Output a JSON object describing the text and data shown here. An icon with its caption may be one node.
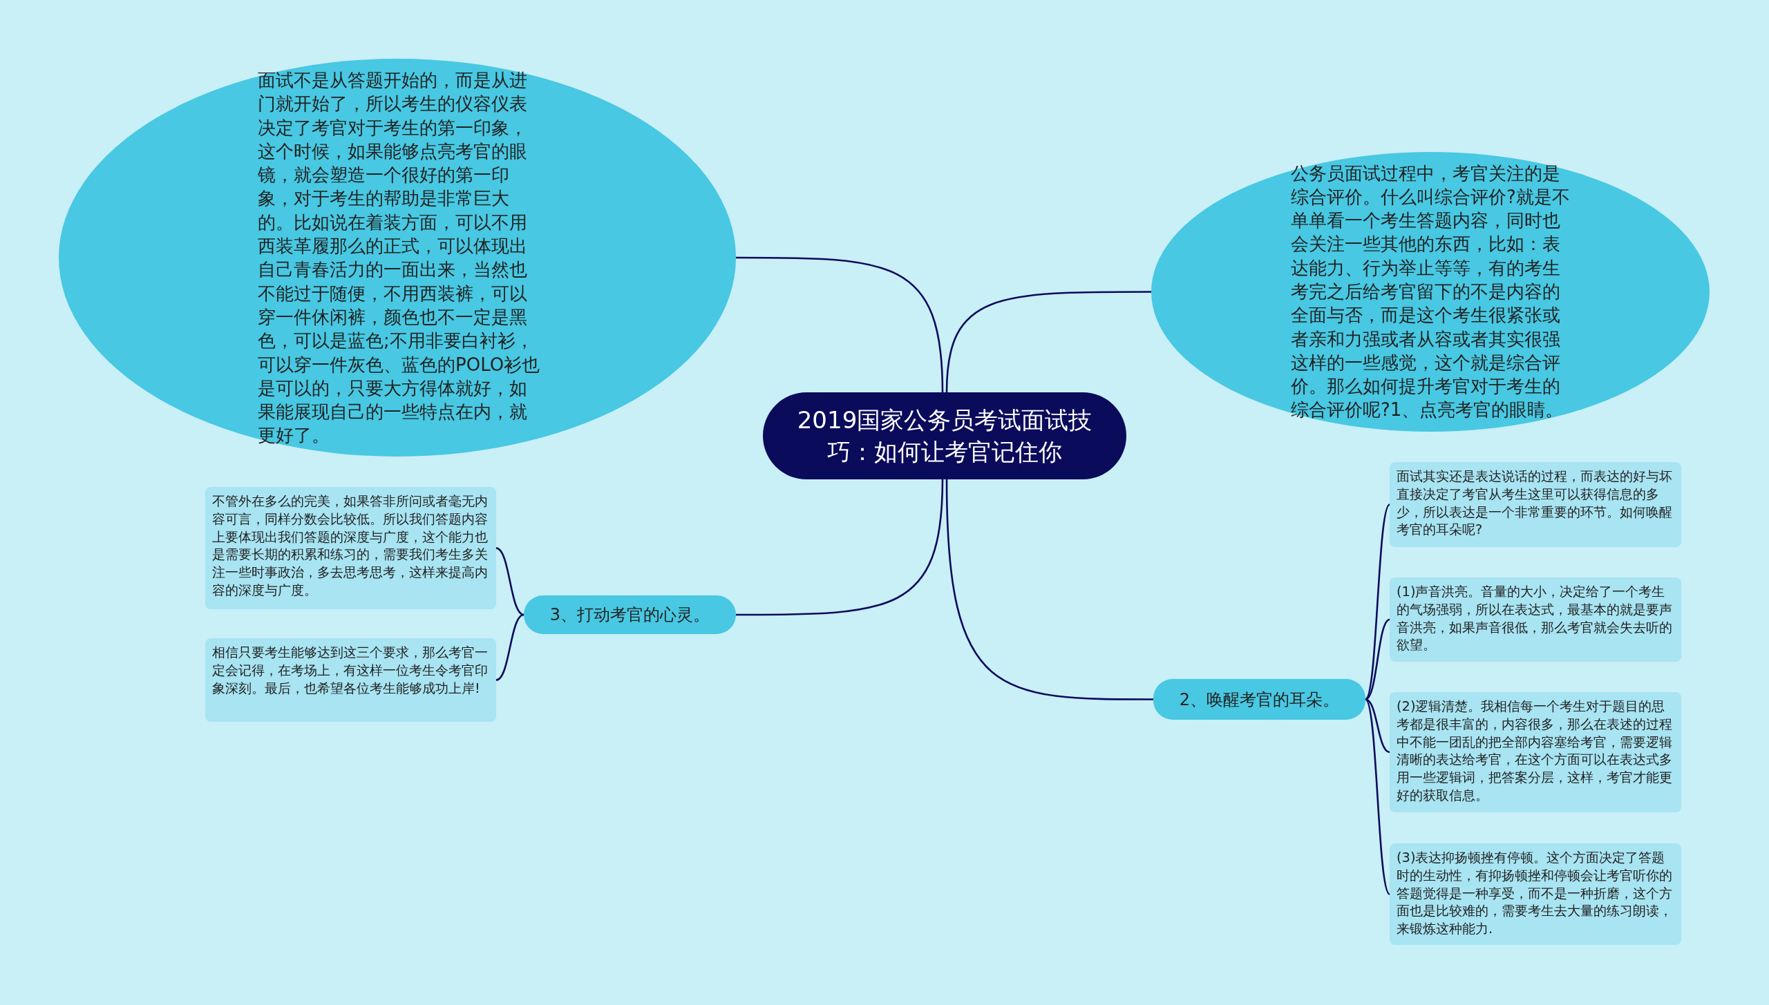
{
  "diagram": {
    "nodes": [
      {
        "text": [
          "2019国家公务员考试面试技巧：如何让考官记住你"
        ]
      },
      {
        "text": [
          "面试不是从答题开始的，而是从进门就开始了，所以考生的仪容仪表决定了考官对于考生的第一印象，这个时候，如果能够点亮考官的眼镜，就会塑造一个很好的第一印象，对于考生的帮助是非常巨大的。比如说在着装方面，可以不用西装革履那么的正式，可以体现出自己青春活力的一面出来，当然也不能过于随便，不用西装裤，可以穿一件休闲裤，颜色也不一定是黑色，可以是蓝色;不用非要白衬衫，可以穿一件灰色、蓝色的POLO衫也是可以的，只要大方得体就好，如果能展现自己的一些特点在内，就更好了。"
        ]
      },
      {
        "text": [
          "公务员面试过程中，考官关注的是综合评价。什么叫综合评价?就是不单单看一个考生答题内容，同时也会关注一些其他的东西，比如：表达能力、行为举止等等，有的考生考完之后给考官留下的不是内容的全面与否，而是这个考生很紧张或者亲和力强或者从容或者其实很强这样的一些感觉，这个就是综合评价。那么如何提升考官对于考生的综合评价呢?1、点亮考官的眼睛。"
        ]
      },
      {
        "text": [
          "3、打动考官的心灵。"
        ]
      },
      {
        "text": [
          "不管外在多么的完美，如果答非所问或者毫无内容可言，同样分数会比较低。所以我们答题内容上要体现出我们答题的深度与广度，这个能力也是需要长期的积累和练习的，需要我们考生多关注一些时事政治，多去思考思考，这样来提高内容的深度与广度。"
        ]
      },
      {
        "text": [
          "相信只要考生能够达到这三个要求，那么考官一定会记得，在考场上，有这样一位考生令考官印象深刻。最后，也希望各位考生能够成功上岸!"
        ]
      },
      {
        "text": [
          "2、唤醒考官的耳朵。"
        ]
      },
      {
        "text": [
          "面试其实还是表达说话的过程，而表达的好与坏直接决定了考官从考生这里可以获得信息的多少，所以表达是一个非常重要的环节。如何唤醒考官的耳朵呢?"
        ]
      },
      {
        "text": [
          "(1)声音洪亮。音量的大小，决定给了一个考生的气场强弱，所以在表达式，最基本的就是要声音洪亮，如果声音很低，那么考官就会失去听的欲望。"
        ]
      },
      {
        "text": [
          "(2)逻辑清楚。我相信每一个考生对于题目的思考都是很丰富的，内容很多，那么在表述的过程中不能一团乱的把全部内容塞给考官，需要逻辑清晰的表达给考官，在这个方面可以在表达式多用一些逻辑词，把答案分层，这样，考官才能更好的获取信息。"
        ]
      },
      {
        "text": [
          "(3)表达抑扬顿挫有停顿。这个方面决定了答题时的生动性，有抑扬顿挫和停顿会让考官听你的答题觉得是一种享受，而不是一种折磨，这个方面也是比较难的，需要考生去大量的练习朗读，来锻炼这种能力."
        ]
      }
    ],
    "edges": [
      {
        "from": 0,
        "to": 1,
        "arrow": "none"
      },
      {
        "from": 0,
        "to": 2,
        "arrow": "none"
      },
      {
        "from": 0,
        "to": 3,
        "arrow": "none"
      },
      {
        "from": 3,
        "to": 4,
        "arrow": "none"
      },
      {
        "from": 3,
        "to": 5,
        "arrow": "none"
      },
      {
        "from": 0,
        "to": 6,
        "arrow": "none"
      },
      {
        "from": 6,
        "to": 7,
        "arrow": "none"
      },
      {
        "from": 6,
        "to": 8,
        "arrow": "none"
      },
      {
        "from": 6,
        "to": 9,
        "arrow": "none"
      },
      {
        "from": 6,
        "to": 10,
        "arrow": "none"
      }
    ]
  }
}
